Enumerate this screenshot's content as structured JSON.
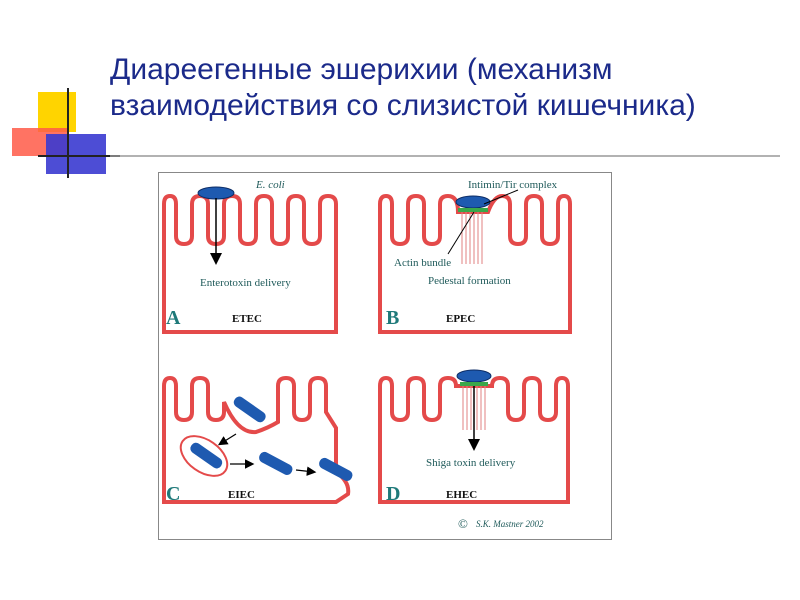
{
  "slide": {
    "title": "Диареегенные эшерихии (механизм взаимодействия со слизистой кишечника)"
  },
  "colors": {
    "title": "#1b2a8a",
    "cell_outline": "#e44a4a",
    "bacterium": "#1e5ab0",
    "label_text": "#1f5a5a",
    "deco_yellow": "#ffd400",
    "deco_red": "#ff4a3a",
    "deco_blue": "#3a3ad0"
  },
  "figure": {
    "panels": [
      {
        "letter": "A",
        "name": "ETEC",
        "labels": [
          "E. coli",
          "Enterotoxin delivery"
        ]
      },
      {
        "letter": "B",
        "name": "EPEC",
        "labels": [
          "Intimin/Tir complex",
          "Actin bundle",
          "Pedestal formation"
        ]
      },
      {
        "letter": "C",
        "name": "EIEC",
        "labels": []
      },
      {
        "letter": "D",
        "name": "EHEC",
        "labels": [
          "Shiga toxin delivery"
        ]
      }
    ],
    "copyright": "S.K. Mastner 2002",
    "copyright_symbol": "©"
  }
}
